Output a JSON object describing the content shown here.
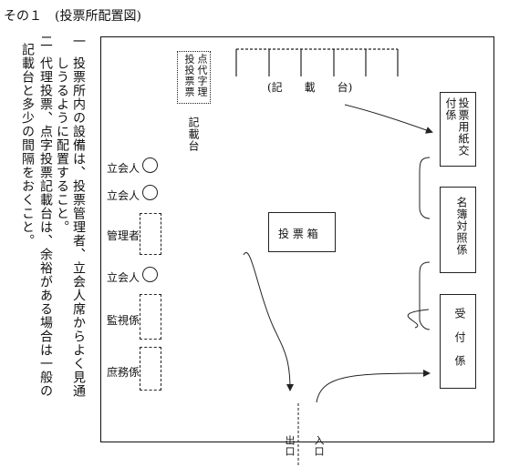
{
  "title": "その１　(投票所配置図)",
  "notes": [
    {
      "marker": "一",
      "lines": [
        "投票所内の設備は、投票管理者、立会人席からよく見通",
        "しうるように配置すること。"
      ]
    },
    {
      "marker": "二",
      "lines": [
        "代理投票、点字投票記載台は、余裕がある場合は一般の",
        "記載台と多少の間隔をおくこと。"
      ]
    }
  ],
  "diagram": {
    "braille_desk_label": "点代字理投投票票",
    "braille_desk_sub": "記載台",
    "booth_label": "(記　　載　　台)",
    "ballot_box": "投 票 箱",
    "ballot_issue": "投票用紙交付係",
    "roster_check": "名簿対照係",
    "reception": "受　付　係",
    "witness": "立会人",
    "manager": "管理者",
    "inspector": "監視係",
    "clerk": "庶務係",
    "exit": "出口",
    "entrance": "入口"
  }
}
